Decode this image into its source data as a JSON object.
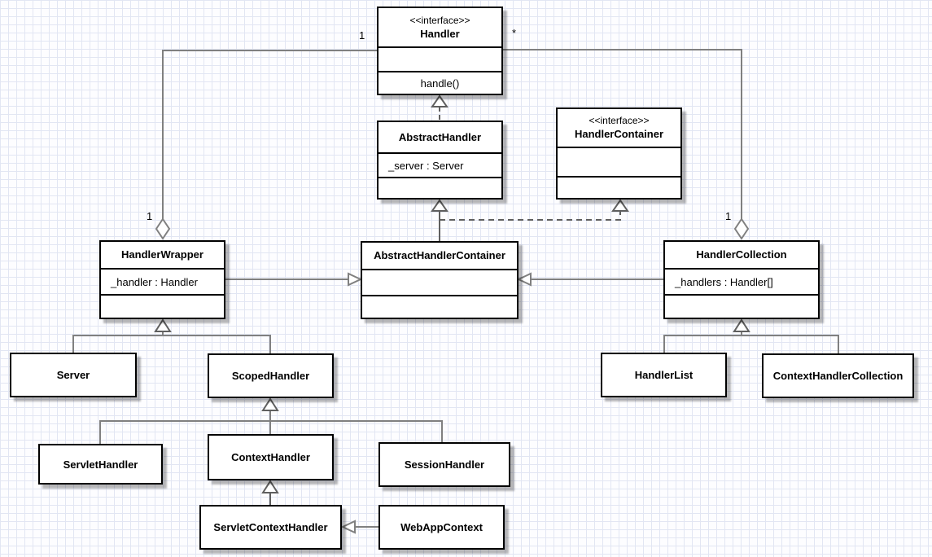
{
  "canvas": {
    "background": "#fdfdff",
    "grid_color": "#e2e6f3",
    "line_color": "#808080",
    "box_border_color": "#000000",
    "box_fill_color": "#ffffff"
  },
  "classes": [
    {
      "id": "Handler",
      "stereotype": "<<interface>>",
      "name": "Handler",
      "attributes": [],
      "operations": [
        "handle()"
      ]
    },
    {
      "id": "HandlerContainer",
      "stereotype": "<<interface>>",
      "name": "HandlerContainer",
      "attributes": [],
      "operations": []
    },
    {
      "id": "AbstractHandler",
      "name": "AbstractHandler",
      "attributes": [
        "_server : Server"
      ],
      "operations": []
    },
    {
      "id": "HandlerWrapper",
      "name": "HandlerWrapper",
      "attributes": [
        "_handler : Handler"
      ],
      "operations": []
    },
    {
      "id": "AbstractHandlerContainer",
      "name": "AbstractHandlerContainer",
      "attributes": [],
      "operations": []
    },
    {
      "id": "HandlerCollection",
      "name": "HandlerCollection",
      "attributes": [
        "_handlers : Handler[]"
      ],
      "operations": []
    },
    {
      "id": "Server",
      "name": "Server"
    },
    {
      "id": "ScopedHandler",
      "name": "ScopedHandler"
    },
    {
      "id": "HandlerList",
      "name": "HandlerList"
    },
    {
      "id": "ContextHandlerCollection",
      "name": "ContextHandlerCollection"
    },
    {
      "id": "ServletHandler",
      "name": "ServletHandler"
    },
    {
      "id": "ContextHandler",
      "name": "ContextHandler"
    },
    {
      "id": "SessionHandler",
      "name": "SessionHandler"
    },
    {
      "id": "ServletContextHandler",
      "name": "ServletContextHandler"
    },
    {
      "id": "WebAppContext",
      "name": "WebAppContext"
    }
  ],
  "multiplicities": [
    "1",
    "*",
    "1",
    "1"
  ],
  "relationships": [
    {
      "type": "realization",
      "from": "AbstractHandler",
      "to": "Handler"
    },
    {
      "type": "generalization",
      "from": "AbstractHandlerContainer",
      "to": "AbstractHandler"
    },
    {
      "type": "realization",
      "from": "AbstractHandlerContainer",
      "to": "HandlerContainer"
    },
    {
      "type": "generalization",
      "from": "HandlerWrapper",
      "to": "AbstractHandlerContainer"
    },
    {
      "type": "generalization",
      "from": "HandlerCollection",
      "to": "AbstractHandlerContainer"
    },
    {
      "type": "aggregation",
      "from": "HandlerWrapper",
      "to": "Handler",
      "from_multiplicity": "1",
      "to_multiplicity": "1"
    },
    {
      "type": "aggregation",
      "from": "HandlerCollection",
      "to": "Handler",
      "from_multiplicity": "1",
      "to_multiplicity": "*"
    },
    {
      "type": "generalization",
      "from": "Server",
      "to": "HandlerWrapper"
    },
    {
      "type": "generalization",
      "from": "ScopedHandler",
      "to": "HandlerWrapper"
    },
    {
      "type": "generalization",
      "from": "HandlerList",
      "to": "HandlerCollection"
    },
    {
      "type": "generalization",
      "from": "ContextHandlerCollection",
      "to": "HandlerCollection"
    },
    {
      "type": "generalization",
      "from": "ServletHandler",
      "to": "ScopedHandler"
    },
    {
      "type": "generalization",
      "from": "ContextHandler",
      "to": "ScopedHandler"
    },
    {
      "type": "generalization",
      "from": "SessionHandler",
      "to": "ScopedHandler"
    },
    {
      "type": "generalization",
      "from": "ServletContextHandler",
      "to": "ContextHandler"
    },
    {
      "type": "generalization",
      "from": "WebAppContext",
      "to": "ServletContextHandler"
    }
  ]
}
